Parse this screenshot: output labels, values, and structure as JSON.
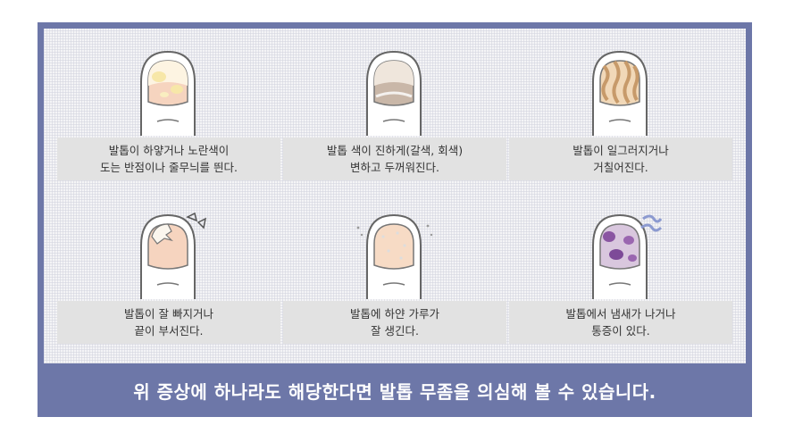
{
  "symptoms": [
    {
      "line1": "발톱이 하얗거나 노란색이",
      "line2": "도는 반점이나 줄무늬를 띈다.",
      "icon": "nail-yellow-spots-icon"
    },
    {
      "line1": "발톱 색이 진하게(갈색, 회색)",
      "line2": "변하고 두꺼워진다.",
      "icon": "nail-thick-brown-icon"
    },
    {
      "line1": "발톱이 일그러지거나",
      "line2": "거칠어진다.",
      "icon": "nail-rough-wavy-icon"
    },
    {
      "line1": "발톱이 잘 빠지거나",
      "line2": "끝이 부서진다.",
      "icon": "nail-broken-tip-icon"
    },
    {
      "line1": "발톱에 하얀 가루가",
      "line2": "잘 생긴다.",
      "icon": "nail-white-powder-icon"
    },
    {
      "line1": "발톱에서 냄새가 나거나",
      "line2": "통증이 있다.",
      "icon": "nail-odor-pain-icon"
    }
  ],
  "footer": {
    "text": "위 증상에 하나라도 해당한다면 발톱 무좀을 의심해 볼 수 있습니다."
  },
  "colors": {
    "frame": "#6d77a8",
    "caption_bg": "#e2e2e2",
    "nail_base": "#f6d4bf"
  }
}
